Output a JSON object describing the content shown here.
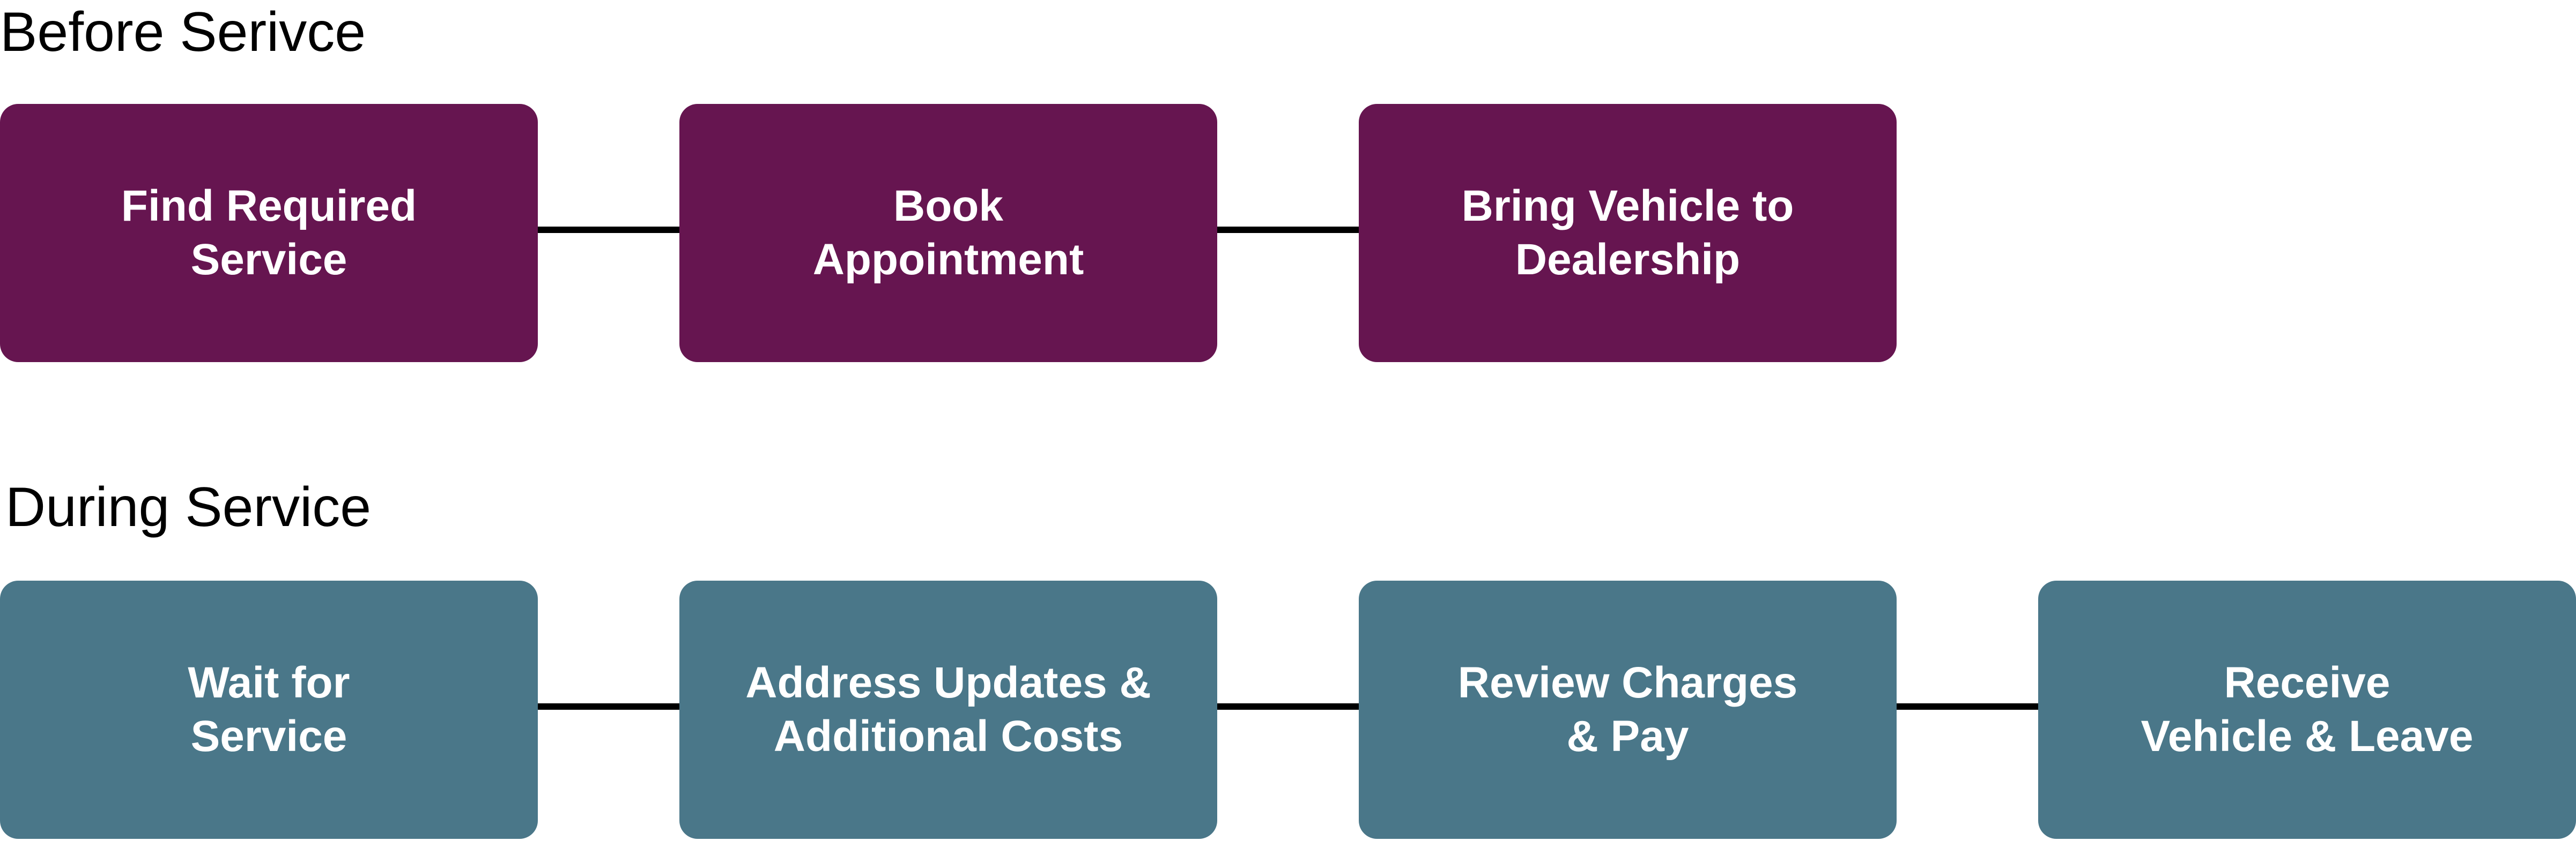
{
  "colors": {
    "before_box": "#661550",
    "during_box": "#4a7789",
    "box_text": "#ffffff",
    "connector": "#000000",
    "title_text": "#000000"
  },
  "sections": {
    "before": {
      "title": "Before Serivce",
      "steps": [
        "Find Required\nService",
        "Book\nAppointment",
        "Bring Vehicle to\nDealership"
      ]
    },
    "during": {
      "title": "During Service",
      "steps": [
        "Wait for\nService",
        "Address Updates &\nAdditional Costs",
        "Review Charges\n& Pay",
        "Receive\nVehicle & Leave"
      ]
    }
  }
}
